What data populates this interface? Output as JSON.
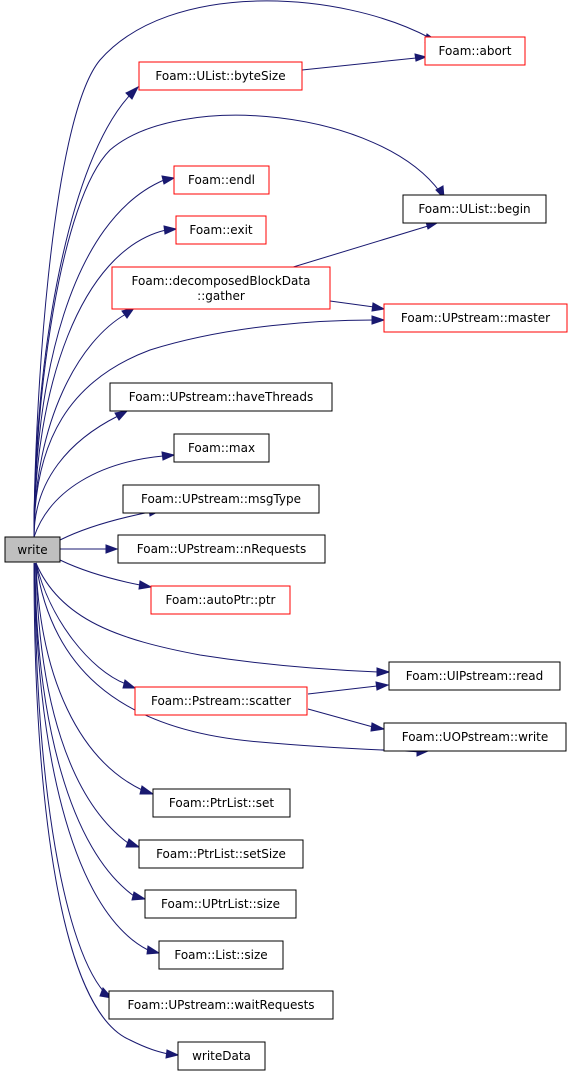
{
  "diagram": {
    "root": "write",
    "nodes": {
      "write": "write",
      "abort": "Foam::abort",
      "ulist_bytesize": "Foam::UList::byteSize",
      "endl": "Foam::endl",
      "ulist_begin": "Foam::UList::begin",
      "exit": "Foam::exit",
      "gather_line1": "Foam::decomposedBlockData",
      "gather_line2": "::gather",
      "master": "Foam::UPstream::master",
      "have_threads": "Foam::UPstream::haveThreads",
      "max": "Foam::max",
      "msg_type": "Foam::UPstream::msgType",
      "n_requests": "Foam::UPstream::nRequests",
      "autoptr_ptr": "Foam::autoPtr::ptr",
      "uipstream_read": "Foam::UIPstream::read",
      "pstream_scatter": "Foam::Pstream::scatter",
      "uopstream_write": "Foam::UOPstream::write",
      "ptrlist_set": "Foam::PtrList::set",
      "ptrlist_setsize": "Foam::PtrList::setSize",
      "uptrlist_size": "Foam::UPtrList::size",
      "list_size": "Foam::List::size",
      "wait_requests": "Foam::UPstream::waitRequests",
      "write_data": "writeData"
    },
    "colors": {
      "edge": "#191970",
      "undocumented_border": "#ff0000",
      "documented_border": "#000000",
      "root_fill": "#bfbfbf"
    }
  }
}
